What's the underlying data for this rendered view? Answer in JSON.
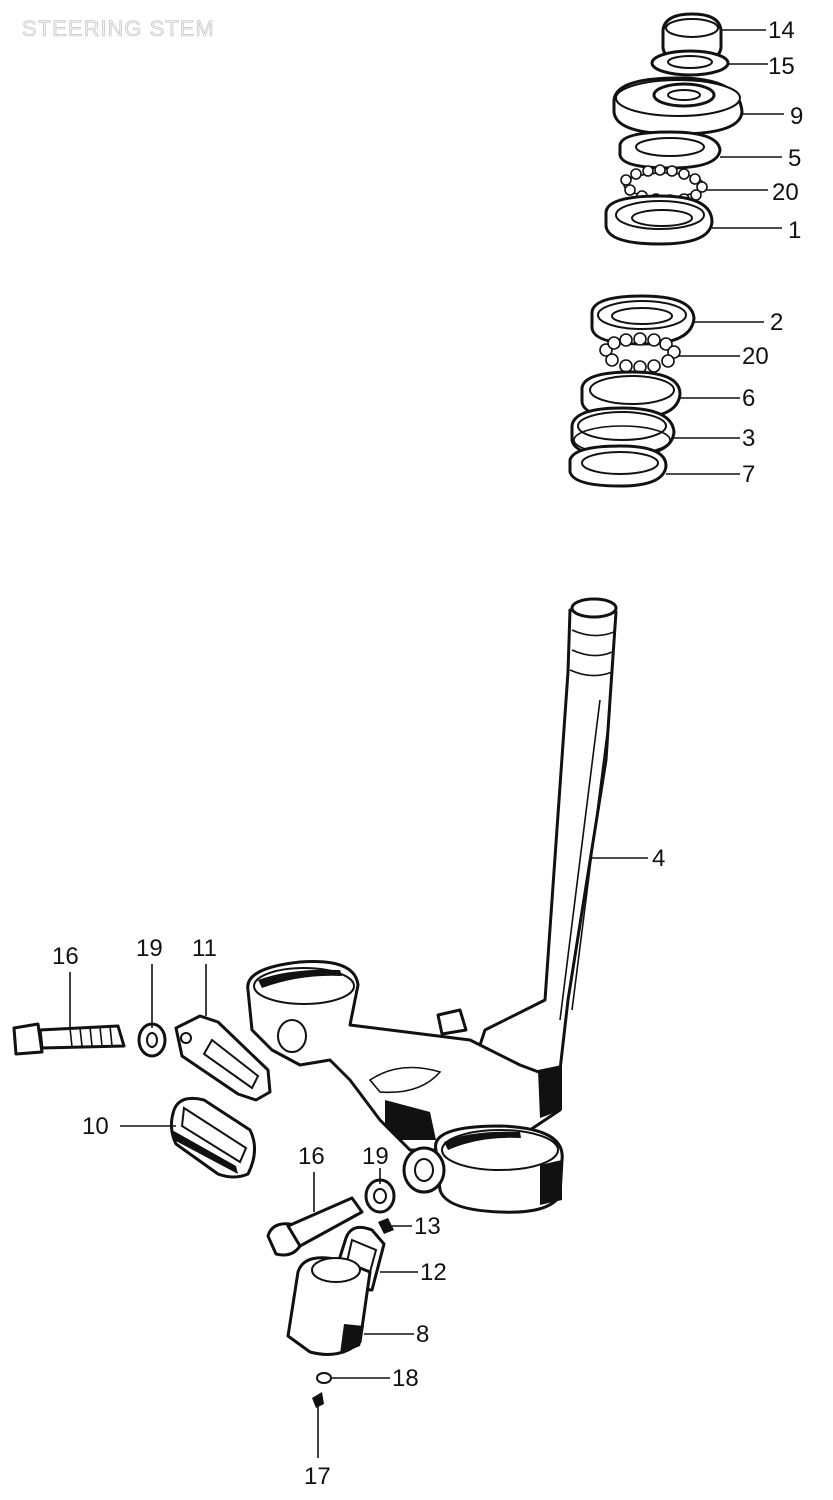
{
  "title": "STEERING STEM",
  "callouts": [
    {
      "id": "c14a",
      "text": "14"
    },
    {
      "id": "c15",
      "text": "15"
    },
    {
      "id": "c9",
      "text": "9"
    },
    {
      "id": "c5",
      "text": "5"
    },
    {
      "id": "c20a",
      "text": "20"
    },
    {
      "id": "c1",
      "text": "1"
    },
    {
      "id": "c2",
      "text": "2"
    },
    {
      "id": "c20b",
      "text": "20"
    },
    {
      "id": "c6",
      "text": "6"
    },
    {
      "id": "c3",
      "text": "3"
    },
    {
      "id": "c7",
      "text": "7"
    },
    {
      "id": "c4",
      "text": "4"
    },
    {
      "id": "c16a",
      "text": "16"
    },
    {
      "id": "c19a",
      "text": "19"
    },
    {
      "id": "c11",
      "text": "11"
    },
    {
      "id": "c10",
      "text": "10"
    },
    {
      "id": "c16b",
      "text": "16"
    },
    {
      "id": "c19b",
      "text": "19"
    },
    {
      "id": "c13",
      "text": "13"
    },
    {
      "id": "c12",
      "text": "12"
    },
    {
      "id": "c8",
      "text": "8"
    },
    {
      "id": "c18",
      "text": "18"
    },
    {
      "id": "c17",
      "text": "17"
    }
  ]
}
